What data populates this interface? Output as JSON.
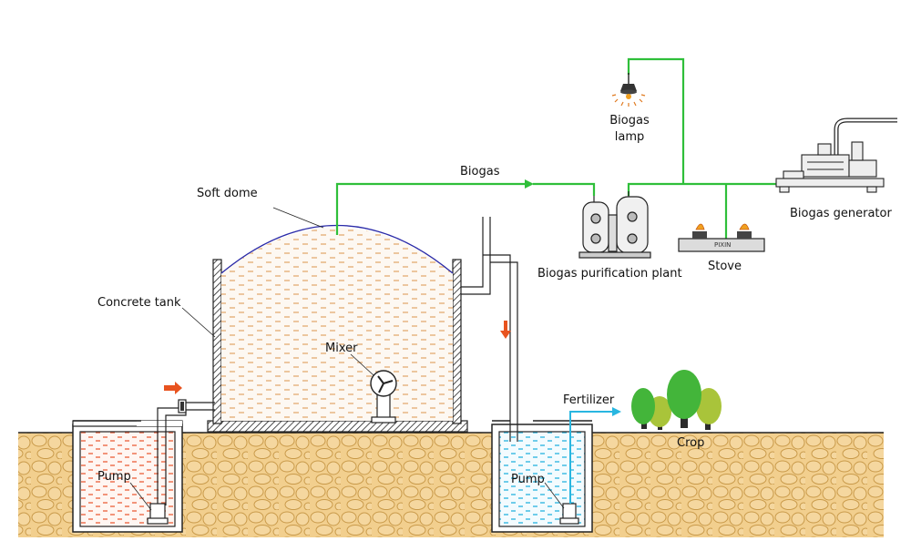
{
  "labels": {
    "soft_dome": "Soft dome",
    "biogas": "Biogas",
    "biogas_lamp": "Biogas\nlamp",
    "biogas_lamp_line1": "Biogas",
    "biogas_lamp_line2": "lamp",
    "biogas_generator": "Biogas generator",
    "purification_plant": "Biogas purification plant",
    "stove": "Stove",
    "stove_brand": "PIXIN",
    "concrete_tank": "Concrete tank",
    "mixer": "Mixer",
    "fertilizer": "Fertilizer",
    "crop": "Crop",
    "pump_left": "Pump",
    "pump_right": "Pump"
  },
  "colors": {
    "gas_line": "#2fbf3a",
    "dome": "#2a2aa8",
    "feed_arrow": "#e8531f",
    "slurry_feed": "#e8531f",
    "slurry_out": "#29b6e0",
    "fertilizer_line": "#29b6e0",
    "soil": "#f2cf8e",
    "soil_stone": "#d9a85a",
    "tree_green": "#43b53a",
    "tree_olive": "#a9c43a",
    "flame": "#f0a020"
  }
}
